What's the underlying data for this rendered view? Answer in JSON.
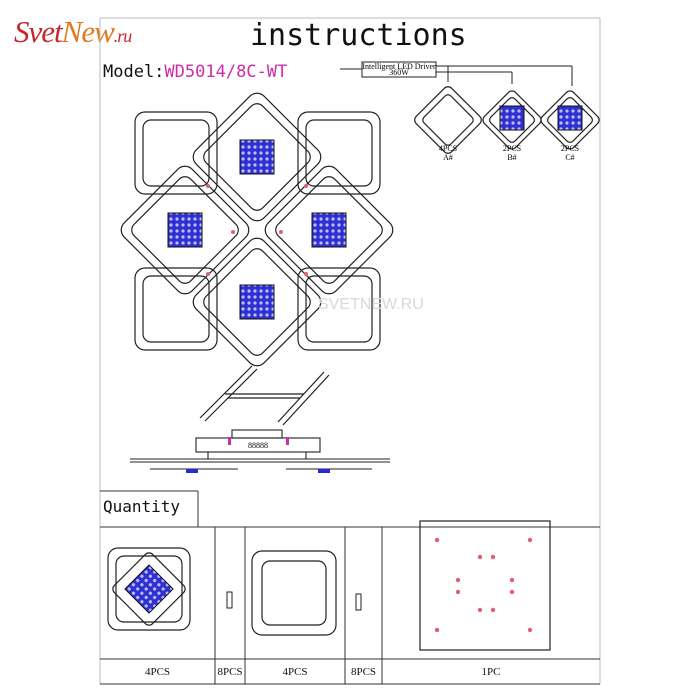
{
  "logo": {
    "part1": "Svet",
    "part2": "New",
    "part3": ".ru"
  },
  "title": "instructions",
  "model": {
    "label": "Model:",
    "value": "WD5014/8C-WT"
  },
  "driver": {
    "line1": "Intelligent LED Driver",
    "line2": "360W"
  },
  "parts": [
    {
      "count": "4PCS",
      "code": "A#"
    },
    {
      "count": "2PCS",
      "code": "B#"
    },
    {
      "count": "2PCS",
      "code": "C#"
    }
  ],
  "watermark": "SVETNEW.RU",
  "ceiling_label": "88888",
  "quantity": {
    "label": "Quantity",
    "counts": [
      "4PCS",
      "8PCS",
      "4PCS",
      "8PCS",
      "1PC"
    ]
  },
  "colors": {
    "accent_magenta": "#cc2da8",
    "led_blue": "#2a2ad8",
    "line": "#222222"
  }
}
